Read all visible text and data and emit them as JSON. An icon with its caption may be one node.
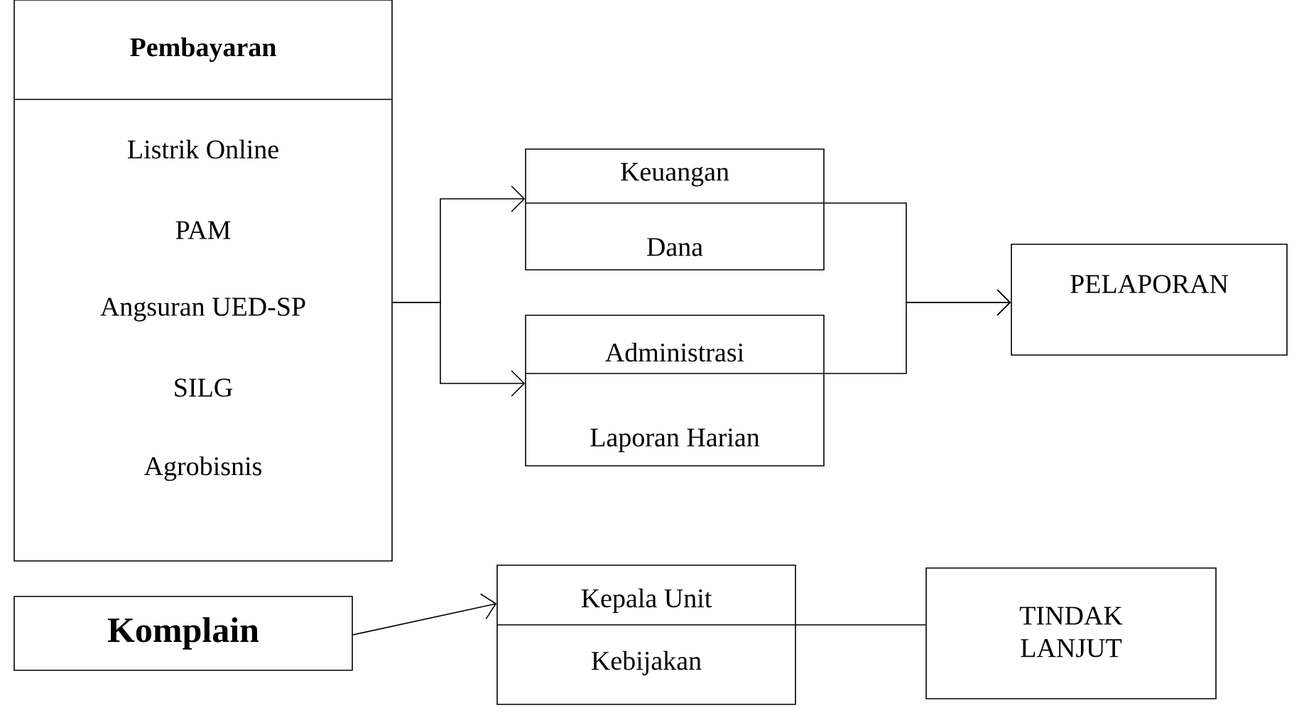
{
  "diagram": {
    "nodes": [
      {
        "text": [
          "Pembayaran",
          "Listrik Online",
          "PAM",
          "Angsuran UED-SP",
          "SILG",
          "Agrobisnis"
        ]
      },
      {
        "text": [
          "Keuangan",
          "Dana"
        ]
      },
      {
        "text": [
          "Administrasi",
          "Laporan Harian"
        ]
      },
      {
        "text": [
          "PELAPORAN"
        ]
      },
      {
        "text": [
          "Komplain"
        ]
      },
      {
        "text": [
          "Kepala Unit",
          "Kebijakan"
        ]
      },
      {
        "text": [
          "TINDAK LANJUT"
        ]
      }
    ],
    "edges": [
      {
        "from": 0,
        "to": 1,
        "arrow": "to"
      },
      {
        "from": 0,
        "to": 2,
        "arrow": "to"
      },
      {
        "from": 1,
        "to": 3,
        "arrow": "to"
      },
      {
        "from": 2,
        "to": 3,
        "arrow": "to"
      },
      {
        "from": 4,
        "to": 5,
        "arrow": "to"
      },
      {
        "from": 5,
        "to": 6,
        "arrow": "none"
      }
    ]
  }
}
